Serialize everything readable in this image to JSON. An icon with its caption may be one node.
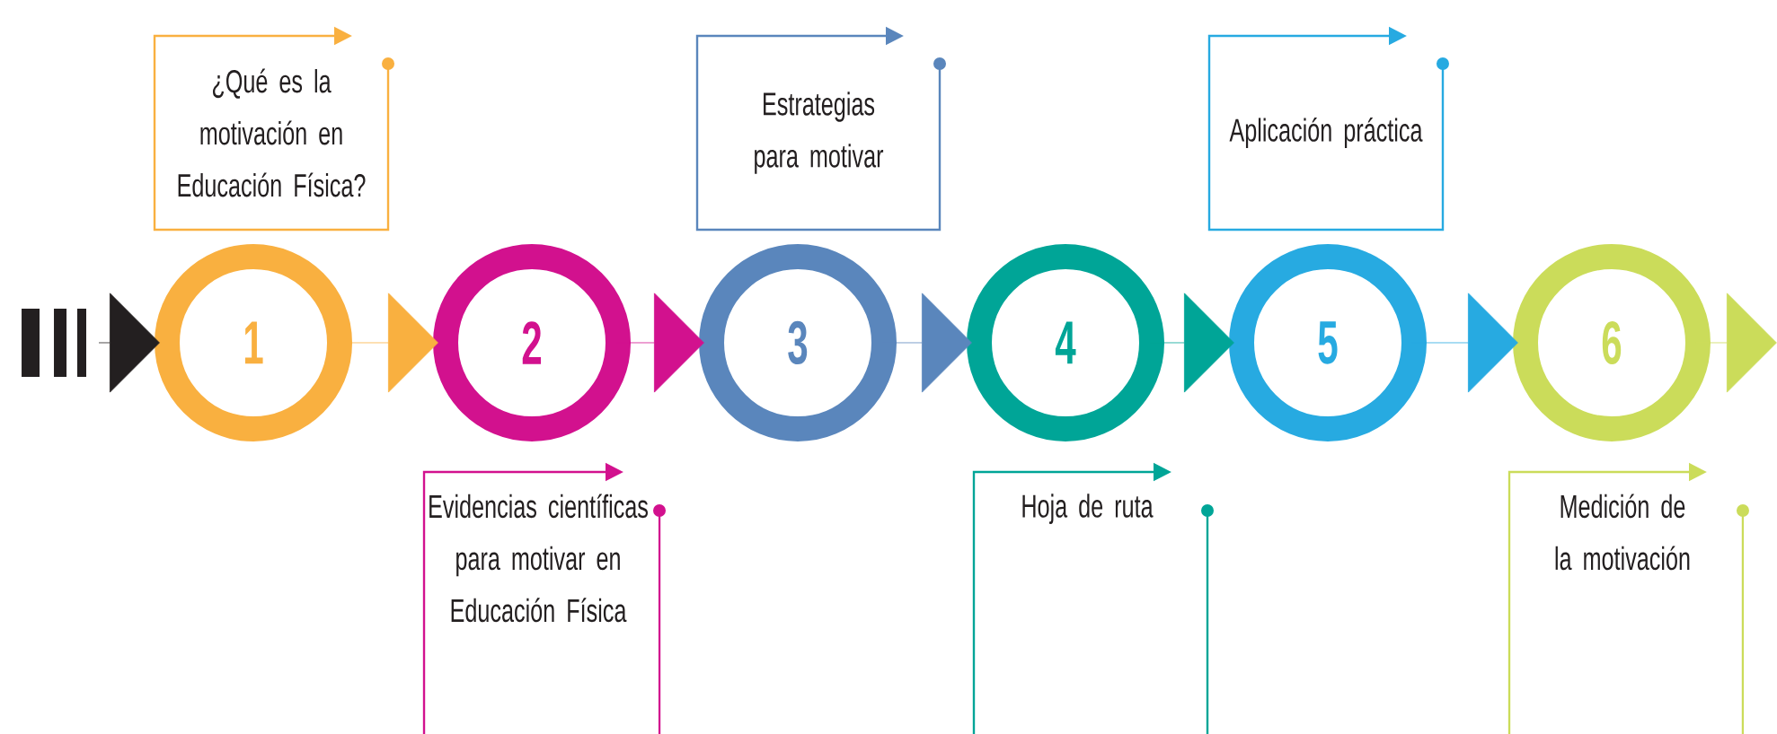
{
  "diagram": {
    "nodes": [
      {
        "text": [
          "1"
        ]
      },
      {
        "text": [
          "2"
        ]
      },
      {
        "text": [
          "3"
        ]
      },
      {
        "text": [
          "4"
        ]
      },
      {
        "text": [
          "5"
        ]
      },
      {
        "text": [
          "6"
        ]
      },
      {
        "text": [
          "¿Qué es la motivación en Educación Física?"
        ]
      },
      {
        "text": [
          "Evidencias científicas para motivar en Educación Física"
        ]
      },
      {
        "text": [
          "Estrategias para motivar"
        ]
      },
      {
        "text": [
          "Hoja de ruta"
        ]
      },
      {
        "text": [
          "Aplicación práctica"
        ]
      },
      {
        "text": [
          "Medición de la motivación"
        ]
      }
    ],
    "edges": [
      {
        "from": null,
        "to": 0,
        "arrow": "to",
        "color": "#231f20"
      },
      {
        "from": 0,
        "to": 1,
        "arrow": "to",
        "color": "#f9b040"
      },
      {
        "from": 1,
        "to": 2,
        "arrow": "to",
        "color": "#d2118e"
      },
      {
        "from": 2,
        "to": 3,
        "arrow": "to",
        "color": "#5a86bc"
      },
      {
        "from": 3,
        "to": 4,
        "arrow": "to",
        "color": "#00a597"
      },
      {
        "from": 4,
        "to": 5,
        "arrow": "to",
        "color": "#27aae1"
      },
      {
        "from": 5,
        "to": null,
        "arrow": "to",
        "color": "#cbdc5a"
      }
    ]
  }
}
